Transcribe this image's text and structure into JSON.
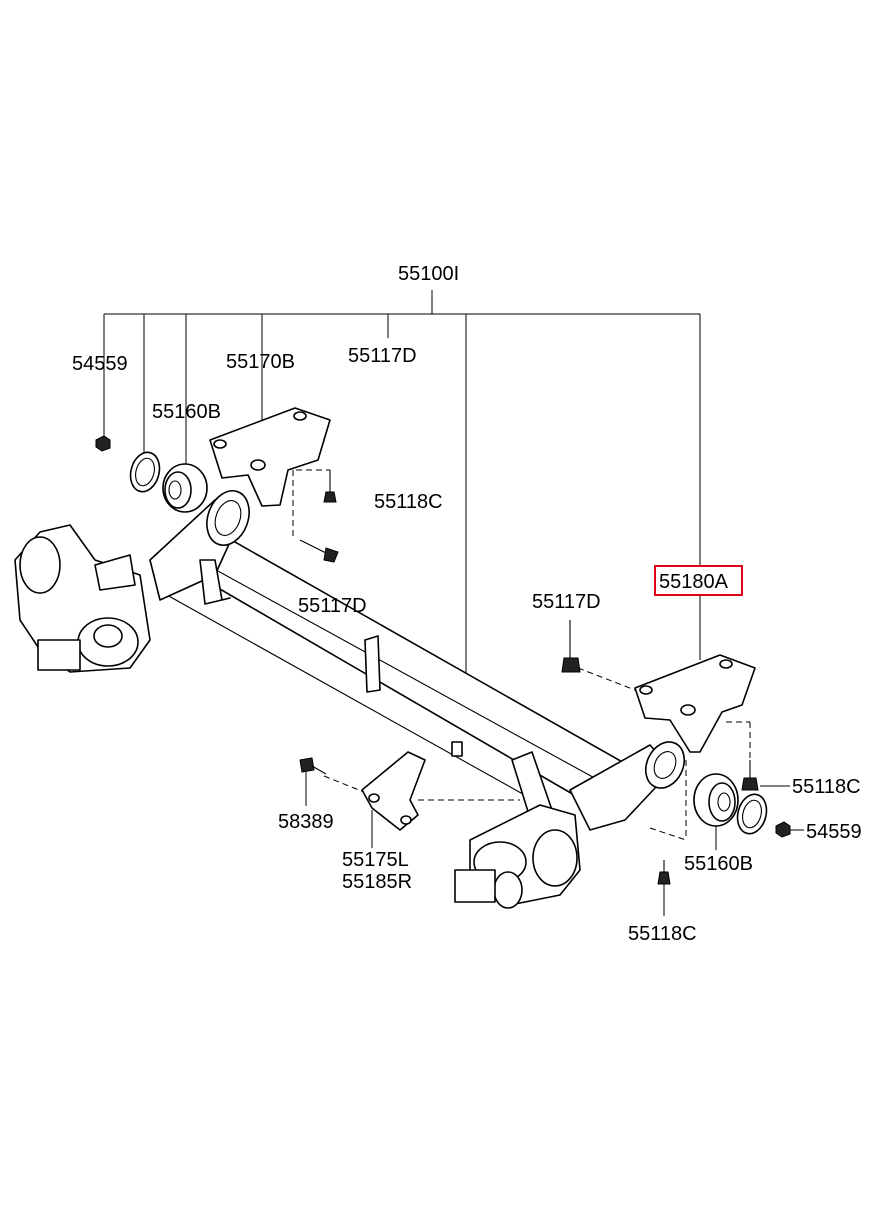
{
  "labels": {
    "assembly": "55100I",
    "nut_left": "54559",
    "bushing_left": "55160B",
    "bracket_left": "55170B",
    "bolt_top_left": "55117D",
    "screw_left_upper": "55118C",
    "bolt_left_lower": "55117D",
    "bracket_right": "55180A",
    "bolt_right": "55117D",
    "screw_right": "55118C",
    "nut_right": "54559",
    "bushing_right": "55160B",
    "screw_right_lower": "55118C",
    "bolt_58389": "58389",
    "bracket_mid_l": "55175L",
    "bracket_mid_r": "55185R"
  },
  "highlight": {
    "part": "55180A",
    "color": "#e0001a"
  }
}
